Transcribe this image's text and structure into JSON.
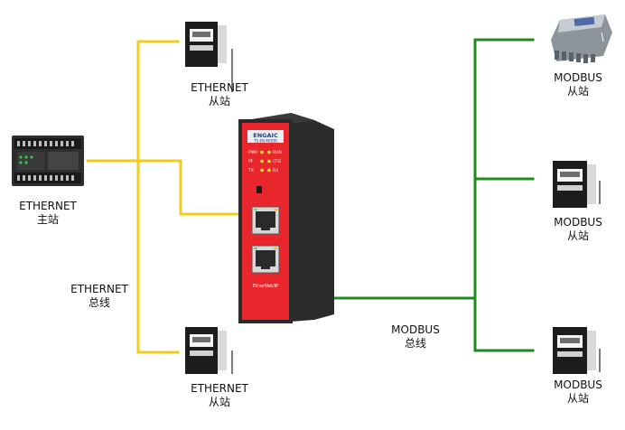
{
  "colors": {
    "ethernet_bus": "#f2cc1c",
    "modbus_bus": "#1f8a1f",
    "gateway_body": "#e8262b",
    "gateway_side": "#2b2b2b"
  },
  "gateway": {
    "brand": "ENGAIC",
    "model": "TS-EN-MODB",
    "leds_left": [
      "PWR",
      "PF",
      "TX"
    ],
    "leds_right": [
      "RUN",
      "CFG",
      "RX"
    ],
    "port_label": "EtherNet/IP"
  },
  "labels": {
    "master": {
      "line1": "ETHERNET",
      "line2": "主站"
    },
    "eth_slave_top": {
      "line1": "ETHERNET",
      "line2": "从站"
    },
    "eth_slave_bottom": {
      "line1": "ETHERNET",
      "line2": "从站"
    },
    "eth_bus": {
      "line1": "ETHERNET",
      "line2": "总线"
    },
    "modbus_bus": {
      "line1": "MODBUS",
      "line2": "总线"
    },
    "modbus_slave_1": {
      "line1": "MODBUS",
      "line2": "从站"
    },
    "modbus_slave_2": {
      "line1": "MODBUS",
      "line2": "从站"
    },
    "modbus_slave_3": {
      "line1": "MODBUS",
      "line2": "从站"
    }
  },
  "icons": {
    "master": "plc-icon",
    "eth_slave": "drive-icon",
    "modbus_slave_1": "io-module-icon",
    "modbus_slave": "drive-icon"
  }
}
